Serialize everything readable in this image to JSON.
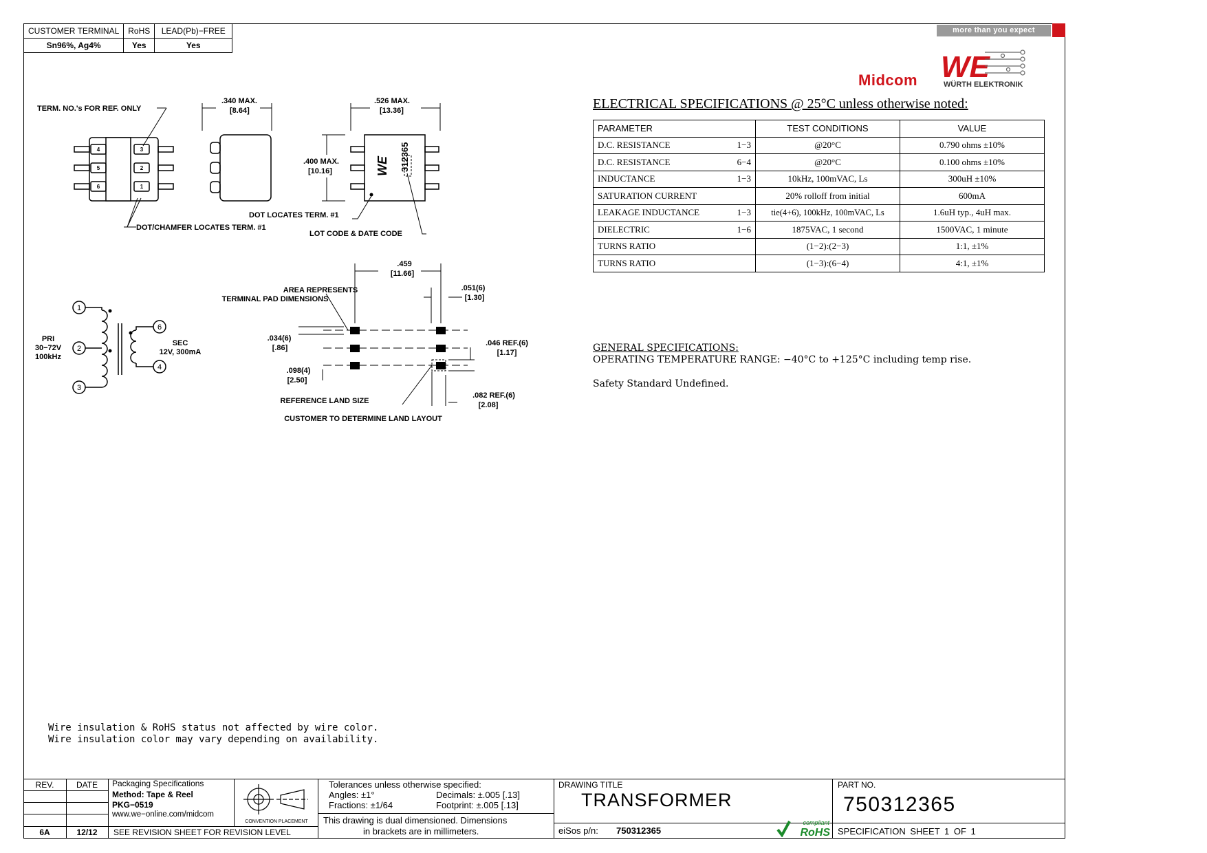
{
  "header_table": {
    "col1_head": "CUSTOMER TERMINAL",
    "col2_head": "RoHS",
    "col3_head": "LEAD(Pb)−FREE",
    "col1_val": "Sn96%, Ag4%",
    "col2_val": "Yes",
    "col3_val": "Yes"
  },
  "branding": {
    "tagline": "more than you expect",
    "midcom": "Midcom",
    "we": "WE",
    "wurth": "WÜRTH ELEKTRONIK",
    "accent_color": "#d0141b"
  },
  "drawing": {
    "term_ref": "TERM. NO.'s FOR REF. ONLY",
    "dim_340": ".340 MAX.",
    "dim_864": "[8.64]",
    "dim_526": ".526 MAX.",
    "dim_1336": "[13.36]",
    "dim_400": ".400 MAX.",
    "dim_1016": "[10.16]",
    "part_mark": "312365",
    "dot_locates": "DOT LOCATES TERM. #1",
    "dot_chamfer": "DOT/CHAMFER LOCATES TERM. #1",
    "lot_code": "LOT CODE & DATE CODE",
    "pins": [
      "4",
      "5",
      "6",
      "3",
      "2",
      "1"
    ],
    "dim_459": ".459",
    "dim_1166": "[11.66]",
    "area_rep_1": "AREA REPRESENTS",
    "area_rep_2": "TERMINAL PAD DIMENSIONS",
    "dim_051": ".051(6)",
    "dim_130": "[1.30]",
    "dim_034": ".034(6)",
    "dim_086": "[.86]",
    "dim_046": ".046 REF.(6)",
    "dim_117": "[1.17]",
    "dim_098": ".098(4)",
    "dim_250": "[2.50]",
    "dim_082": ".082 REF.(6)",
    "dim_208": "[2.08]",
    "ref_land": "REFERENCE LAND SIZE",
    "customer_land": "CUSTOMER TO DETERMINE LAND LAYOUT",
    "pri_1": "PRI",
    "pri_2": "30−72V",
    "pri_3": "100kHz",
    "sec_1": "SEC",
    "sec_2": "12V, 300mA",
    "sch_pins": [
      "1",
      "2",
      "3",
      "6",
      "4"
    ]
  },
  "electrical": {
    "title": "ELECTRICAL SPECIFICATIONS @ 25°C unless otherwise noted:",
    "headers": [
      "PARAMETER",
      "TEST CONDITIONS",
      "VALUE"
    ],
    "rows": [
      {
        "param": "D.C. RESISTANCE",
        "pins": "1−3",
        "cond": "@20°C",
        "value": "0.790 ohms ±10%"
      },
      {
        "param": "D.C. RESISTANCE",
        "pins": "6−4",
        "cond": "@20°C",
        "value": "0.100 ohms ±10%"
      },
      {
        "param": "INDUCTANCE",
        "pins": "1−3",
        "cond": "10kHz, 100mVAC, Ls",
        "value": "300uH ±10%"
      },
      {
        "param": "SATURATION CURRENT",
        "pins": "",
        "cond": "20% rolloff from initial",
        "value": "600mA"
      },
      {
        "param": "LEAKAGE INDUCTANCE",
        "pins": "1−3",
        "cond": "tie(4+6), 100kHz, 100mVAC, Ls",
        "value": "1.6uH typ., 4uH max."
      },
      {
        "param": "DIELECTRIC",
        "pins": "1−6",
        "cond": "1875VAC, 1 second",
        "value": "1500VAC, 1 minute"
      },
      {
        "param": "TURNS RATIO",
        "pins": "",
        "cond": "(1−2):(2−3)",
        "value": "1:1, ±1%"
      },
      {
        "param": "TURNS RATIO",
        "pins": "",
        "cond": "(1−3):(6−4)",
        "value": "4:1, ±1%"
      }
    ]
  },
  "general": {
    "title": "GENERAL SPECIFICATIONS:",
    "temp": "OPERATING TEMPERATURE RANGE: −40°C to +125°C including temp rise.",
    "safety": "Safety Standard Undefined."
  },
  "notes": {
    "line1": "Wire insulation & RoHS status not affected by wire color.",
    "line2": "Wire insulation color may vary depending on availability."
  },
  "title_block": {
    "rev_head": "REV.",
    "date_head": "DATE",
    "rev_val": "6A",
    "date_val": "12/12",
    "pkg_1": "Packaging Specifications",
    "pkg_2": "Method: Tape & Reel",
    "pkg_3": "PKG−0519",
    "pkg_4": "www.we−online.com/midcom",
    "see_rev": "SEE REVISION SHEET FOR REVISION LEVEL",
    "convention": "CONVENTION PLACEMENT",
    "tol_1": "Tolerances unless otherwise specified:",
    "tol_angles": "Angles: ±1°",
    "tol_decimals": "Decimals: ±.005 [.13]",
    "tol_fractions": "Fractions: ±1/64",
    "tol_footprint": "Footprint: ±.005 [.13]",
    "dual_1": "This drawing is dual dimensioned. Dimensions",
    "dual_2": "in brackets are in millimeters.",
    "drawing_title_label": "DRAWING TITLE",
    "drawing_title": "TRANSFORMER",
    "eisos_label": "eiSos p/n:",
    "eisos_val": "750312365",
    "rohs_small": "compliant",
    "rohs": "RoHS",
    "part_no_label": "PART NO.",
    "part_no": "750312365",
    "spec_sheet": "SPECIFICATION SHEET 1 OF 1"
  }
}
